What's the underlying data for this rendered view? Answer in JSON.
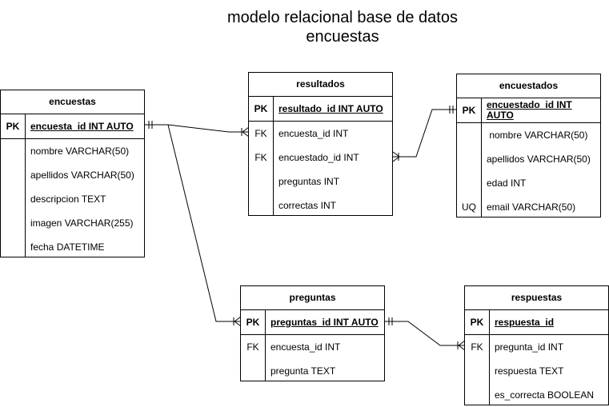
{
  "title": {
    "line1": "modelo relacional base de datos",
    "line2": "encuestas"
  },
  "tables": {
    "encuestas": {
      "name": "encuestas",
      "rows": [
        {
          "key": "PK",
          "column": "encuesta_id INT  AUTO"
        },
        {
          "key": "",
          "column": "nombre VARCHAR(50)"
        },
        {
          "key": "",
          "column": "apellidos VARCHAR(50)"
        },
        {
          "key": "",
          "column": "descripcion TEXT"
        },
        {
          "key": "",
          "column": "imagen VARCHAR(255)"
        },
        {
          "key": "",
          "column": "fecha  DATETIME"
        }
      ]
    },
    "resultados": {
      "name": "resultados",
      "rows": [
        {
          "key": "PK",
          "column": "resultado_id INT AUTO"
        },
        {
          "key": "FK",
          "column": "encuesta_id INT"
        },
        {
          "key": "FK",
          "column": "encuestado_id INT"
        },
        {
          "key": "",
          "column": "preguntas INT"
        },
        {
          "key": "",
          "column": "correctas INT"
        }
      ]
    },
    "encuestados": {
      "name": "encuestados",
      "rows": [
        {
          "key": "PK",
          "column_line1": "encuestado_id INT",
          "column_line2": "AUTO"
        },
        {
          "key": "",
          "column": " nombre VARCHAR(50)"
        },
        {
          "key": "",
          "column": "apellidos VARCHAR(50)"
        },
        {
          "key": "",
          "column": "edad INT"
        },
        {
          "key": "UQ",
          "column": "email VARCHAR(50)"
        }
      ]
    },
    "preguntas": {
      "name": "preguntas",
      "rows": [
        {
          "key": "PK",
          "column": "preguntas_id INT AUTO"
        },
        {
          "key": "FK",
          "column": "encuesta_id INT"
        },
        {
          "key": "",
          "column": "pregunta TEXT"
        }
      ]
    },
    "respuestas": {
      "name": "respuestas",
      "rows": [
        {
          "key": "PK",
          "column": "respuesta_id"
        },
        {
          "key": "FK",
          "column": "pregunta_id INT"
        },
        {
          "key": "",
          "column": "respuesta TEXT"
        },
        {
          "key": "",
          "column": "es_correcta BOOLEAN"
        }
      ]
    }
  }
}
